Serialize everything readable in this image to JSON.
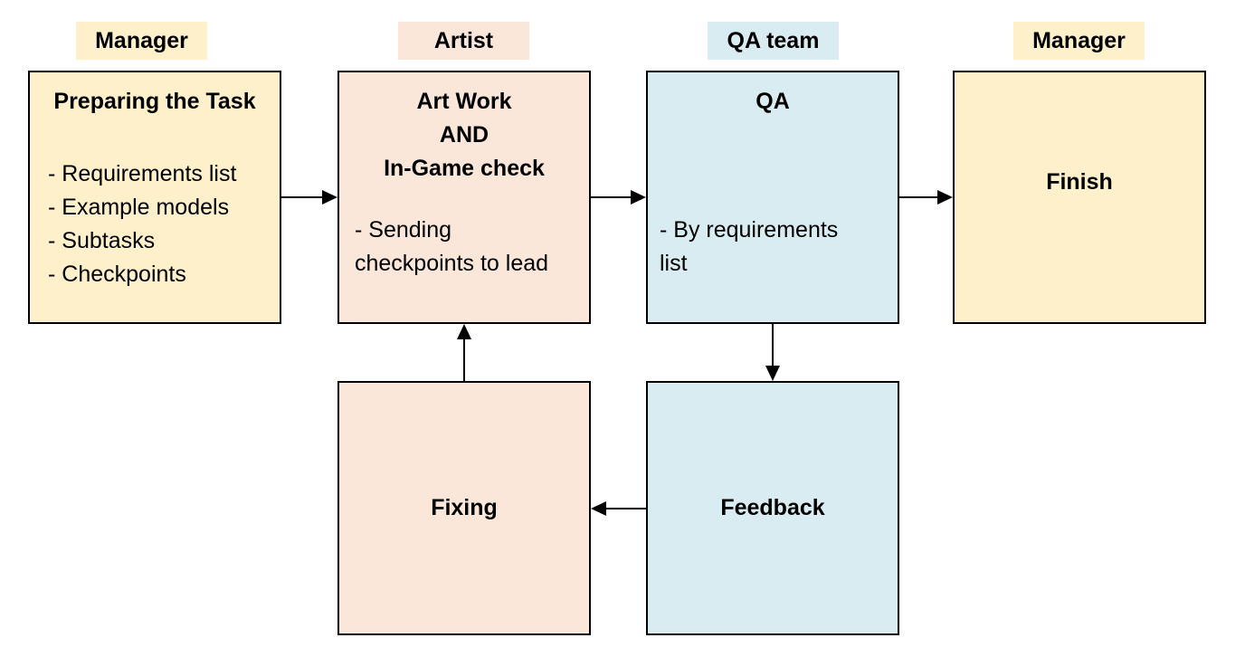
{
  "colors": {
    "manager": "#fff0cc",
    "artist": "#fbe7da",
    "qa": "#d9ecf2"
  },
  "roles": [
    "Manager",
    "Artist",
    "QA team",
    "Manager"
  ],
  "boxes": {
    "preparing": {
      "title": "Preparing the Task",
      "items": [
        "- Requirements list",
        "- Example models",
        "- Subtasks",
        "- Checkpoints"
      ]
    },
    "artwork": {
      "title_lines": [
        "Art Work",
        "AND",
        "In-Game check"
      ],
      "items": [
        "- Sending",
        "checkpoints to lead"
      ]
    },
    "qa": {
      "title": "QA",
      "items": [
        "- By requirements",
        "list"
      ]
    },
    "finish": {
      "title": "Finish"
    },
    "fixing": {
      "title": "Fixing"
    },
    "feedback": {
      "title": "Feedback"
    }
  }
}
